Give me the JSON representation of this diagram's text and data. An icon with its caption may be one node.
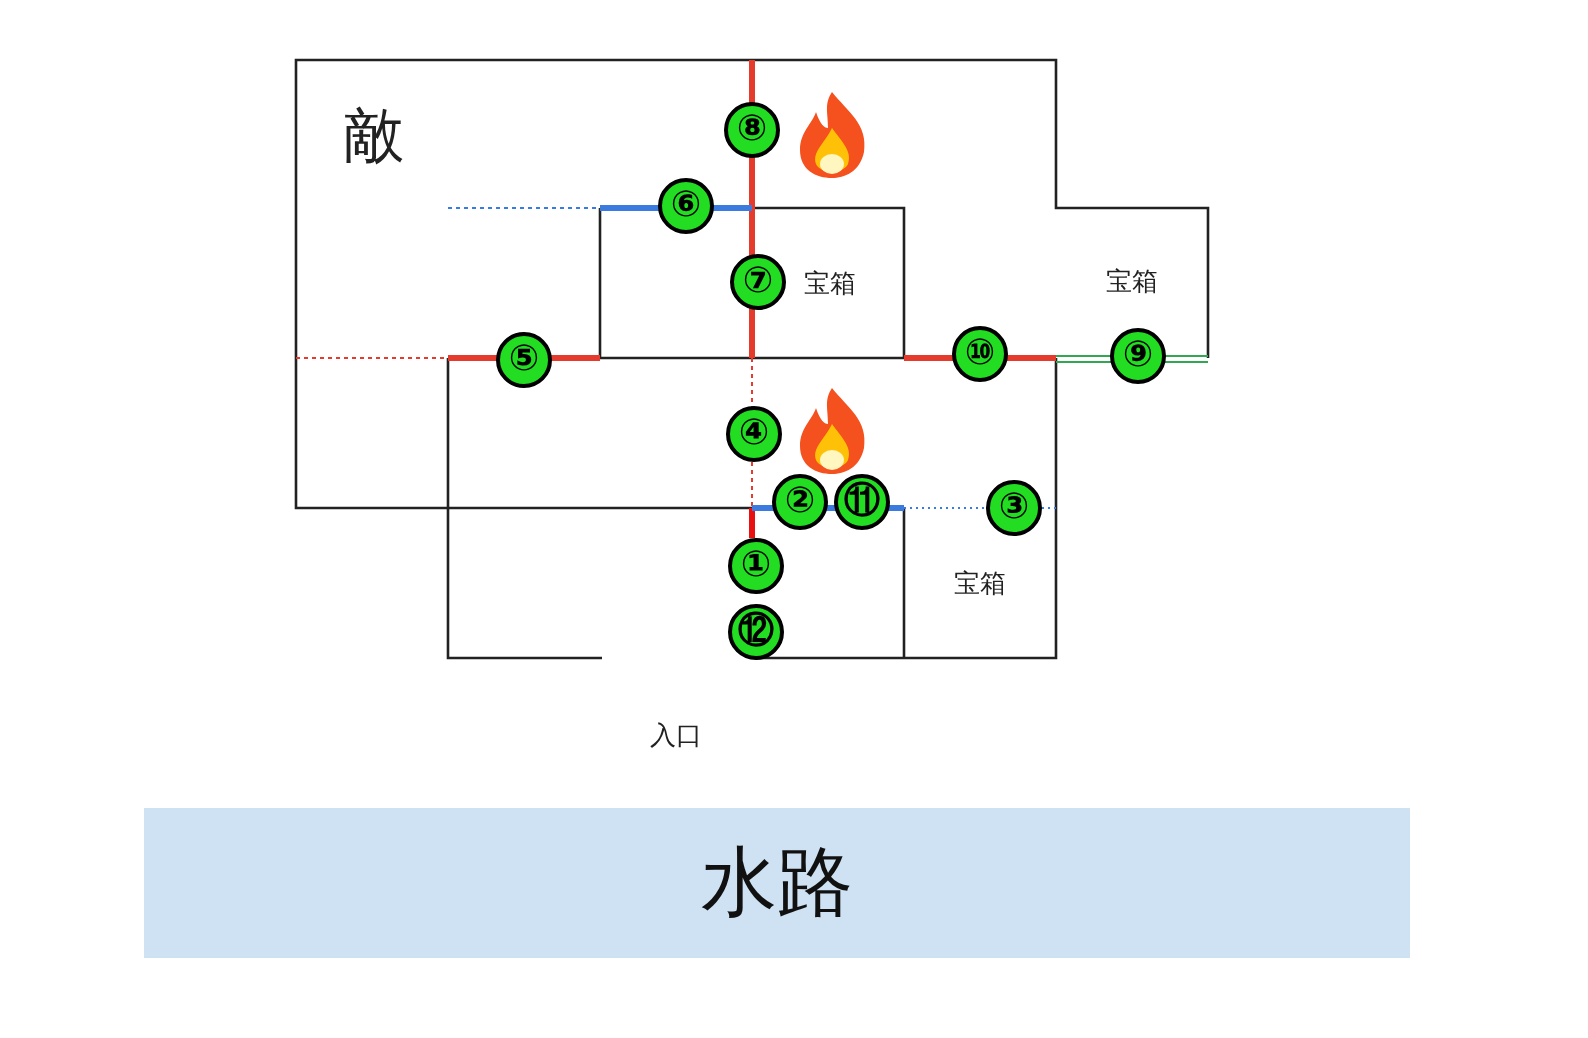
{
  "diagram": {
    "nodes": [
      {
        "text": [
          "⑧"
        ]
      },
      {
        "text": [
          "⑥"
        ]
      },
      {
        "text": [
          "⑦"
        ]
      },
      {
        "text": [
          "⑤"
        ]
      },
      {
        "text": [
          "⑩"
        ]
      },
      {
        "text": [
          "⑨"
        ]
      },
      {
        "text": [
          "④"
        ]
      },
      {
        "text": [
          "②"
        ]
      },
      {
        "text": [
          "⑪"
        ]
      },
      {
        "text": [
          "③"
        ]
      },
      {
        "text": [
          "①"
        ]
      },
      {
        "text": [
          "⑫"
        ]
      },
      {
        "text": [
          "水路"
        ]
      }
    ],
    "edges": [],
    "labels": [
      "敵",
      "宝箱",
      "宝箱",
      "宝箱",
      "入口"
    ]
  }
}
